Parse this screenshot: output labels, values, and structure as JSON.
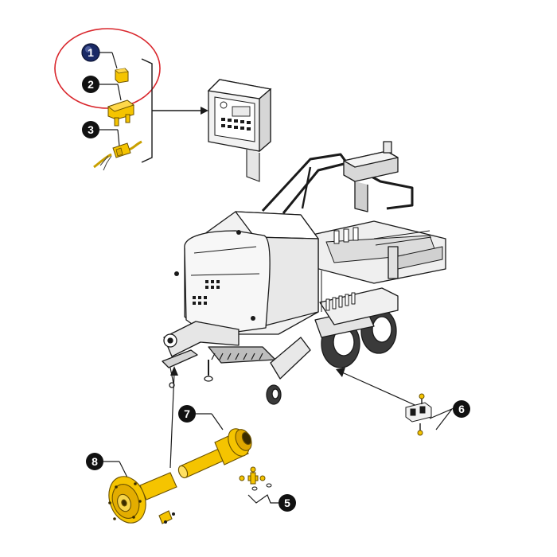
{
  "callouts": [
    {
      "number": "1",
      "part": "relay",
      "highlighted": true
    },
    {
      "number": "2",
      "part": "fuse"
    },
    {
      "number": "3",
      "part": "wiring-connector"
    },
    {
      "number": "5",
      "part": "cross-journal-kit"
    },
    {
      "number": "6",
      "part": "clamp-bracket"
    },
    {
      "number": "7",
      "part": "pto-shaft-tube"
    },
    {
      "number": "8",
      "part": "pto-clutch-yoke"
    }
  ],
  "colors": {
    "part_highlight": "#f5c400",
    "part_outline": "#6b5200",
    "callout_fill": "#111111",
    "callout1_fill": "#1a2a66",
    "highlight_ring": "#d9262c",
    "machine_outline": "#1a1a1a",
    "machine_fill": "#f2f2f2"
  },
  "icons": [
    "relay-icon",
    "fuse-icon",
    "connector-icon",
    "control-box-icon",
    "baler-icon",
    "pto-shaft-icon",
    "clutch-icon",
    "cross-journal-icon",
    "clamp-icon"
  ]
}
